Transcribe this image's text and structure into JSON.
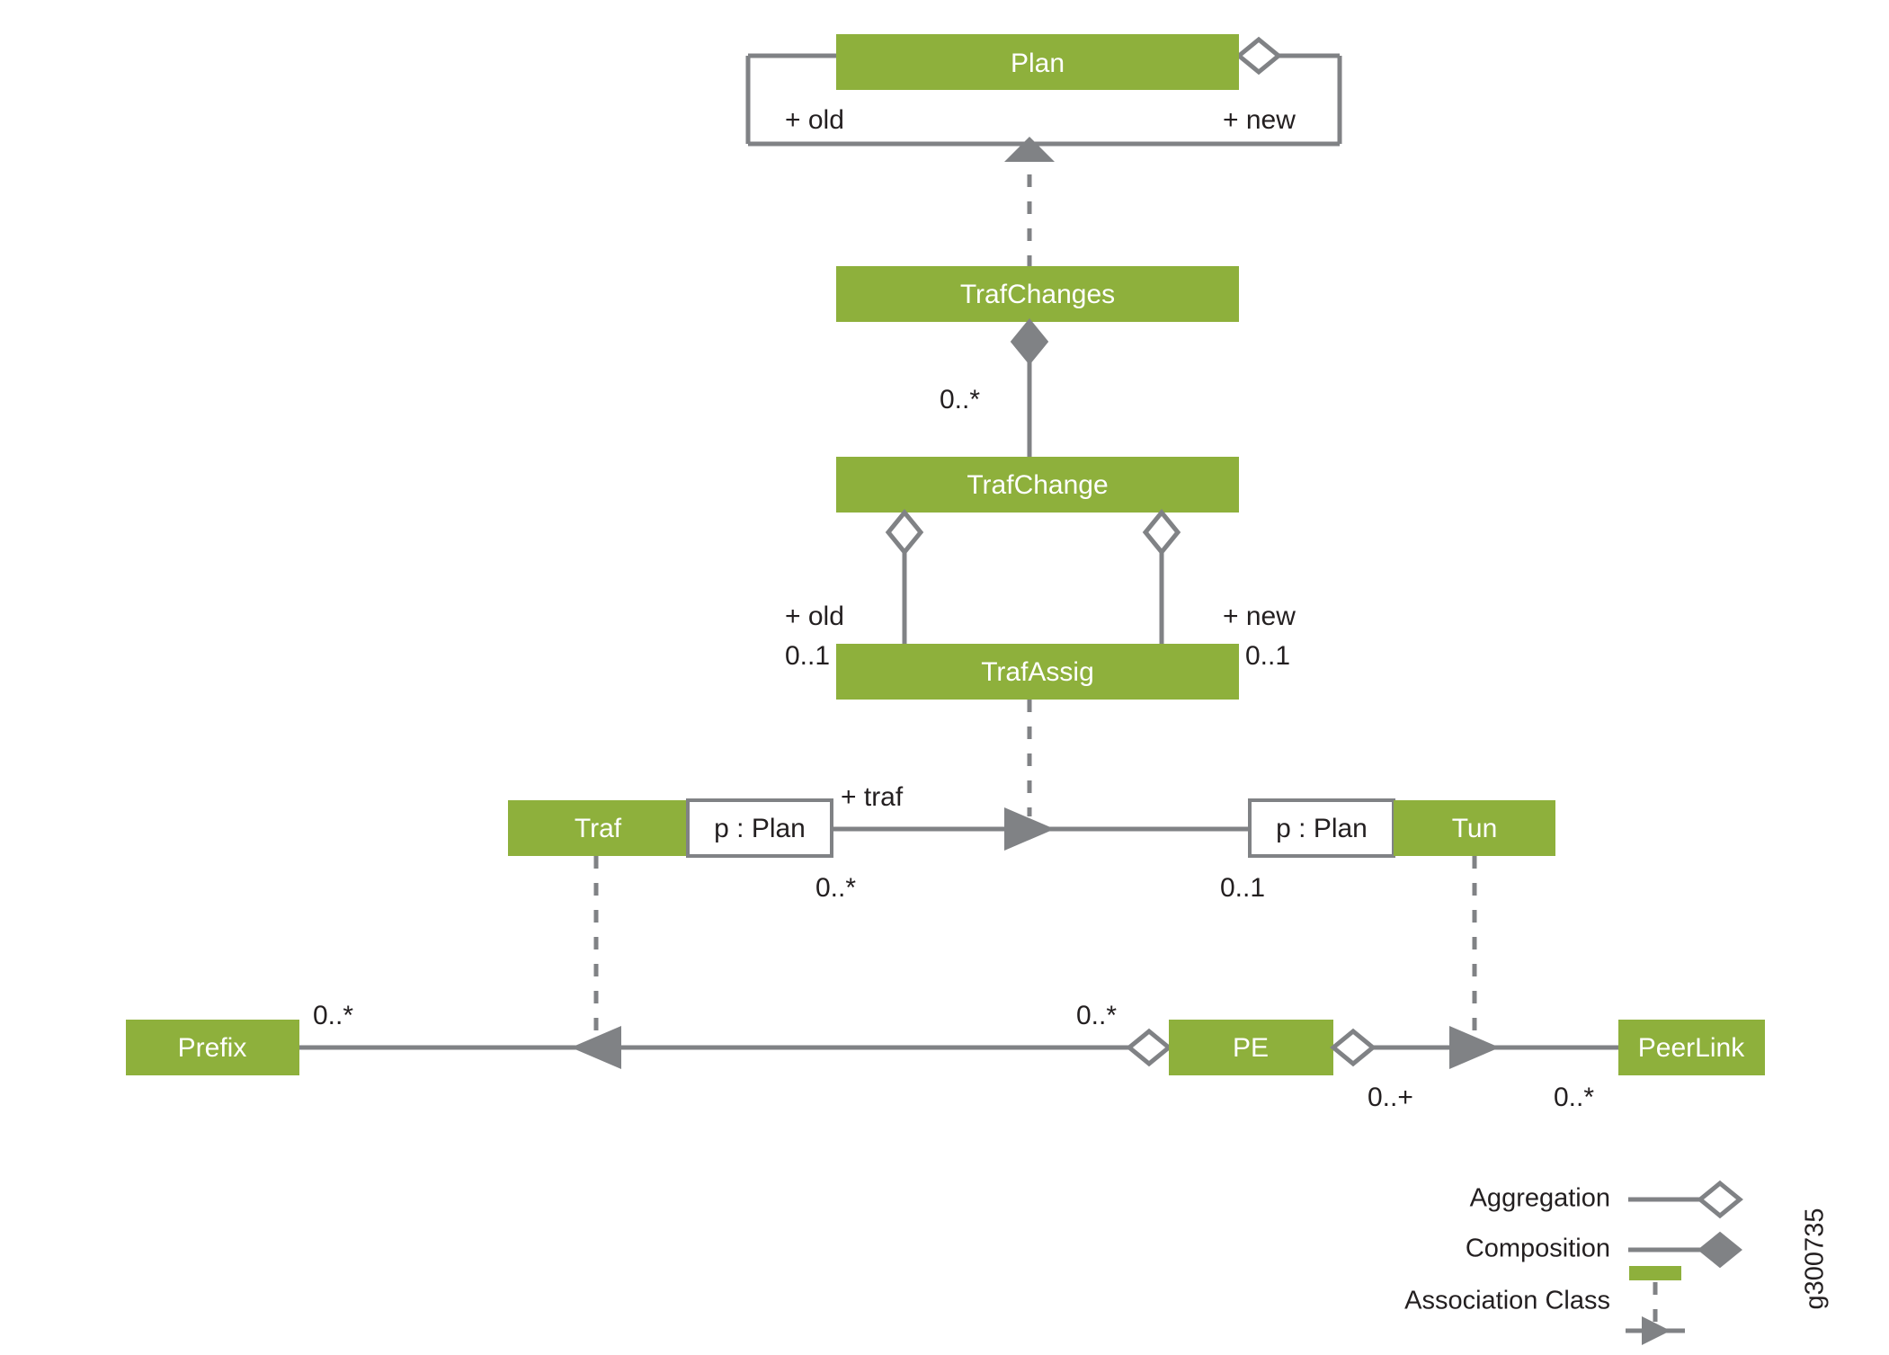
{
  "figure": {
    "id_label": "g300735",
    "background_color": "#ffffff",
    "class_fill_color": "#8EB03C",
    "line_color": "#808285",
    "text_color": "#231f20",
    "class_text_color": "#ffffff"
  },
  "classes": [
    {
      "key": "plan",
      "name": "Plan"
    },
    {
      "key": "trafchanges",
      "name": "TrafChanges"
    },
    {
      "key": "trafchange",
      "name": "TrafChange"
    },
    {
      "key": "trafassig",
      "name": "TrafAssig"
    },
    {
      "key": "traf",
      "name": "Traf"
    },
    {
      "key": "tun",
      "name": "Tun"
    },
    {
      "key": "prefix",
      "name": "Prefix"
    },
    {
      "key": "pe",
      "name": "PE"
    },
    {
      "key": "peerlink",
      "name": "PeerLink"
    }
  ],
  "qualifiers": [
    {
      "key": "traf_qualifier",
      "text": "p : Plan"
    },
    {
      "key": "tun_qualifier",
      "text": "p : Plan"
    }
  ],
  "role_labels": {
    "plan_old": "+ old",
    "plan_new": "+ new",
    "trafchange_old": "+ old",
    "trafchange_new": "+ new",
    "traf_role": "+ traf"
  },
  "multiplicities": {
    "trafchanges_trafchange": "0..*",
    "trafchange_old": "0..1",
    "trafchange_new": "0..1",
    "traf_tun_left": "0..*",
    "traf_tun_right": "0..1",
    "prefix_pe": "0..*",
    "pe_left": "0..*",
    "pe_right": "0..+",
    "peerlink": "0..*"
  },
  "legend": {
    "items": [
      {
        "key": "aggregation",
        "label": "Aggregation",
        "symbol": "hollow-diamond-line"
      },
      {
        "key": "composition",
        "label": "Composition",
        "symbol": "filled-diamond-line"
      },
      {
        "key": "association-class",
        "label": "Association Class",
        "symbol": "green-box-dashed-arrow"
      }
    ]
  }
}
